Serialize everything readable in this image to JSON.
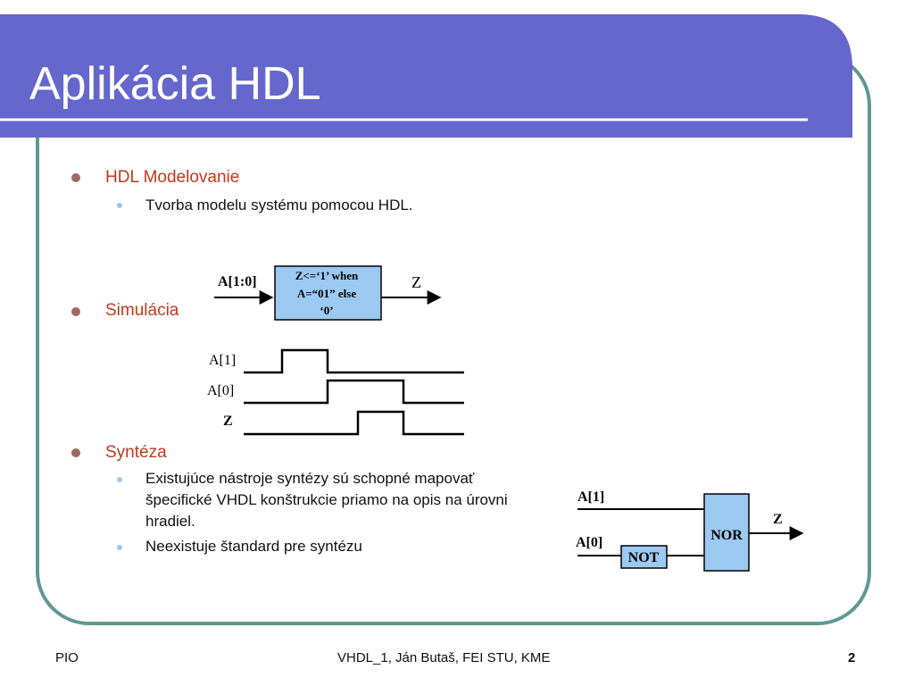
{
  "title": "Aplikácia HDL",
  "bullets": [
    {
      "text": "HDL Modelovanie",
      "sub": [
        "Tvorba modelu systému pomocou HDL."
      ]
    },
    {
      "text": "Simulácia",
      "sub": []
    },
    {
      "text": "Syntéza",
      "sub": [
        "Existujúce nástroje syntézy sú schopné mapovať špecifické VHDL konštrukcie priamo na opis na úrovni hradiel.",
        "Neexistuje štandard pre syntézu"
      ]
    }
  ],
  "model_diagram": {
    "input_label": "A[1:0]",
    "block_lines": [
      "Z<=‘1’ when",
      "A=“01” else",
      "‘0’"
    ],
    "output_label": "Z"
  },
  "waveform": {
    "signals": [
      {
        "name": "A[1]",
        "levels": [
          0,
          1,
          0,
          0,
          0
        ]
      },
      {
        "name": "A[0]",
        "levels": [
          0,
          0,
          1,
          1,
          0
        ]
      },
      {
        "name": "Z",
        "levels": [
          0,
          0,
          0,
          1,
          0
        ]
      }
    ]
  },
  "gate_diagram": {
    "input1": "A[1]",
    "input2": "A[0]",
    "not_gate": "NOT",
    "nor_gate": "NOR",
    "output": "Z"
  },
  "footer": {
    "left": "PIO",
    "center": "VHDL_1, Ján Butaš, FEI STU, KME",
    "page": "2"
  },
  "colors": {
    "header": "#6667cc",
    "frame": "#5f9793",
    "block_fill": "#9cc9f2",
    "bullet_red": "#c0391b"
  }
}
